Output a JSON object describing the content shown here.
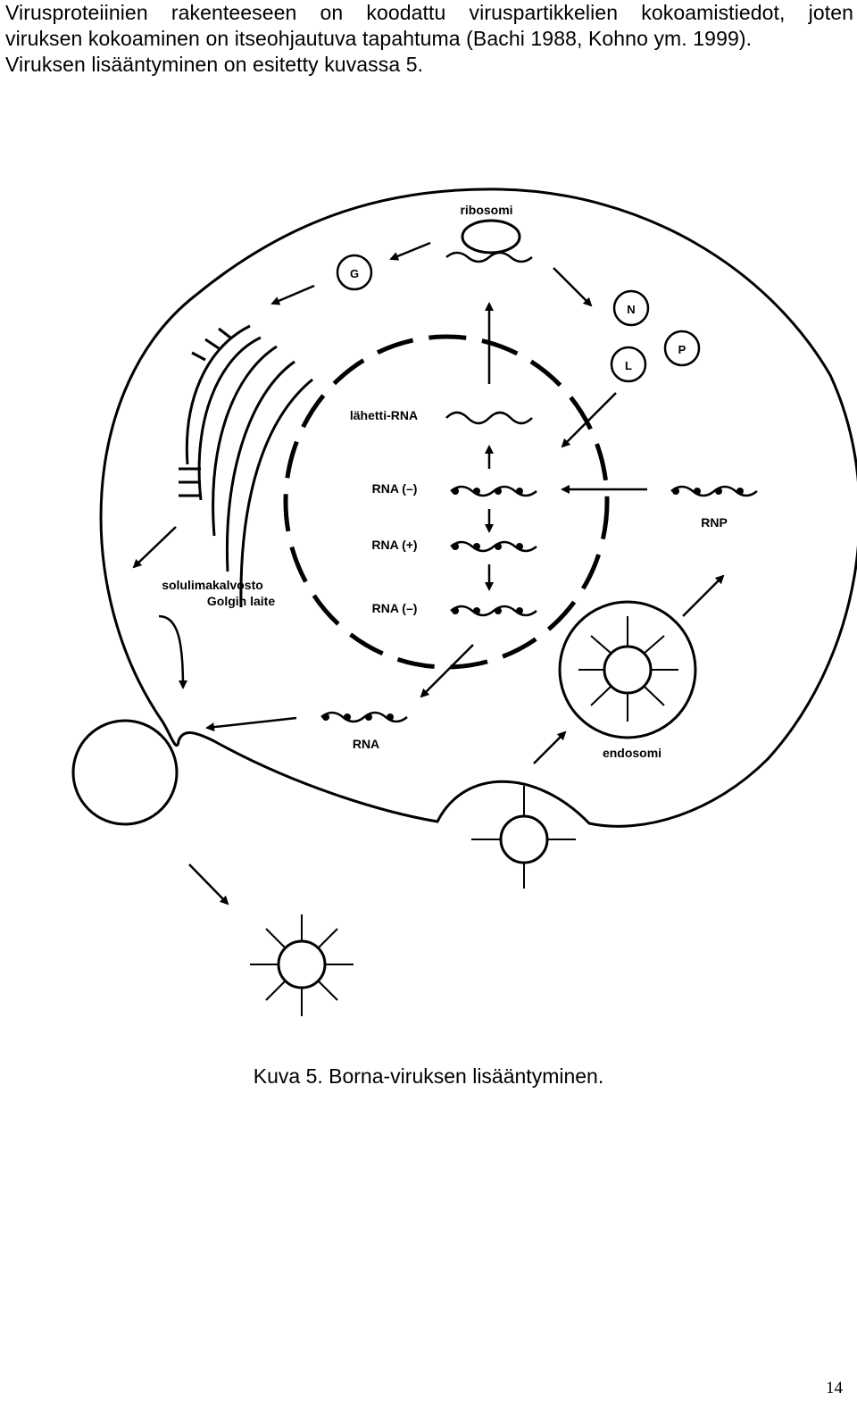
{
  "paragraph": {
    "lines": [
      "Virusproteiinien rakenteeseen on koodattu viruspartikkelien kokoamistiedot, joten",
      "viruksen kokoaminen on itseohjautuva tapahtuma (Bachi 1988, Kohno ym. 1999).",
      "Viruksen lisääntyminen on esitetty kuvassa 5."
    ]
  },
  "figure": {
    "labels": {
      "ribosome": "ribosomi",
      "g": "G",
      "n": "N",
      "l": "L",
      "p": "P",
      "mrna": "lähetti-RNA",
      "rna_neg_1": "RNA (–)",
      "rna_pos": "RNA (+)",
      "rna_neg_2": "RNA (–)",
      "rnp": "RNP",
      "er": "solulimakalvosto",
      "golgi": "Golgin laite",
      "rna": "RNA",
      "endosome": "endosomi"
    }
  },
  "caption": "Kuva 5. Borna-viruksen lisääntyminen.",
  "page_number": "14"
}
